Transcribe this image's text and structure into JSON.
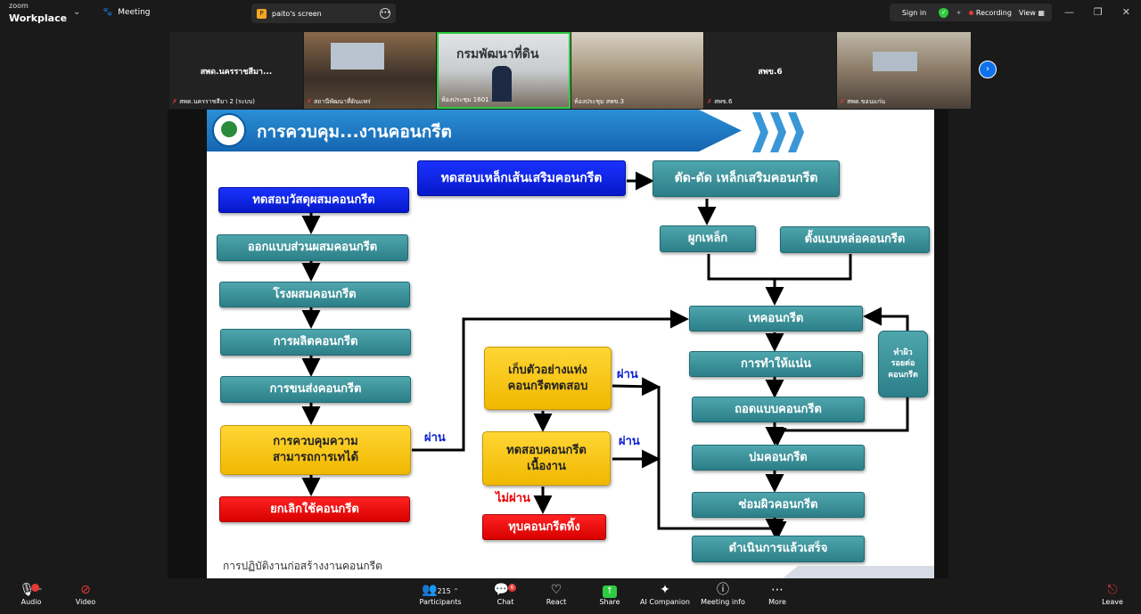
{
  "app": {
    "brand_small": "zoom",
    "brand": "Workplace",
    "meeting_label": "Meeting"
  },
  "share_tab": {
    "badge": "P",
    "label": "paito's screen"
  },
  "top_right": {
    "signin": "Sign in",
    "recording": "Recording",
    "view": "View"
  },
  "thumbnails": [
    {
      "title": "สพด.นครราชสีมา...",
      "name": "สพด.นครราชสีมา 2 (ระบบ)"
    },
    {
      "title": "",
      "name": "สถานีพัฒนาที่ดินแพร่"
    },
    {
      "title": "",
      "name": "ห้องประชุม 1601",
      "caption": "กรมพัฒนาที่ดิน"
    },
    {
      "title": "",
      "name": "ห้องประชุม สพข.3"
    },
    {
      "title": "สพข.6",
      "name": "สพข.6"
    },
    {
      "title": "",
      "name": "สพด.ขอนแก่น"
    }
  ],
  "slide": {
    "title": "การควบคุม...งานคอนกรีต",
    "footer": "การปฏิบัติงานก่อสร้างงานคอนกรีต",
    "left_chain": [
      "ทดสอบวัสดุผสมคอนกรีต",
      "ออกแบบส่วนผสมคอนกรีต",
      "โรงผสมคอนกรีต",
      "การผลิตคอนกรีต",
      "การขนส่งคอนกรีต"
    ],
    "control_box": [
      "การควบคุมความ",
      "สามารถการเทได้"
    ],
    "cancel_box": "ยกเลิกใช้คอนกรีต",
    "rebar_test": "ทดสอบเหล็กเส้นเสริมคอนกรีต",
    "rebar_cut": "ตัด-ดัด เหล็กเสริมคอนกรีต",
    "rebar_tie": "ผูกเหล็ก",
    "formwork": "ตั้งแบบหล่อคอนกรีต",
    "sample_box": [
      "เก็บตัวอย่างแท่ง",
      "คอนกรีตทดสอบ"
    ],
    "field_test_box": [
      "ทดสอบคอนกรีต",
      "เนื้องาน"
    ],
    "demolish_box": "ทุบคอนกรีตทิ้ง",
    "right_chain": [
      "เทคอนกรีต",
      "การทำให้แน่น",
      "ถอดแบบคอนกรีต",
      "บ่มคอนกรีต",
      "ซ่อมผิวคอนกรีต",
      "ดำเนินการแล้วเสร็จ"
    ],
    "surface_box": [
      "ทำผิว",
      "รอยต่อ",
      "คอนกรีต"
    ],
    "pass_label": "ผ่าน",
    "fail_label": "ไม่ผ่าน"
  },
  "toolbar": {
    "audio": "Audio",
    "video": "Video",
    "participants": "Participants",
    "participants_count": "215",
    "chat": "Chat",
    "chat_badge": "6",
    "react": "React",
    "share": "Share",
    "ai_companion": "AI Companion",
    "meeting_info": "Meeting info",
    "more": "More",
    "leave": "Leave"
  }
}
